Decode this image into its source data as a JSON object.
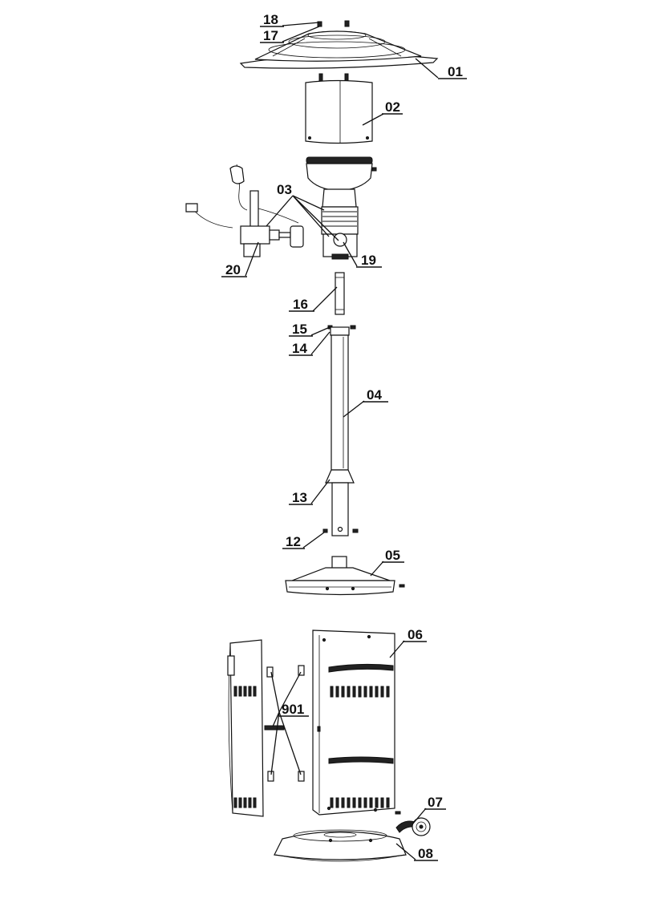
{
  "callouts": [
    {
      "id": "18",
      "text": "18"
    },
    {
      "id": "17",
      "text": "17"
    },
    {
      "id": "01",
      "text": "01"
    },
    {
      "id": "02",
      "text": "02"
    },
    {
      "id": "03",
      "text": "03"
    },
    {
      "id": "20",
      "text": "20"
    },
    {
      "id": "19",
      "text": "19"
    },
    {
      "id": "16",
      "text": "16"
    },
    {
      "id": "15",
      "text": "15"
    },
    {
      "id": "14",
      "text": "14"
    },
    {
      "id": "04",
      "text": "04"
    },
    {
      "id": "13",
      "text": "13"
    },
    {
      "id": "12",
      "text": "12"
    },
    {
      "id": "05",
      "text": "05"
    },
    {
      "id": "06",
      "text": "06"
    },
    {
      "id": "901",
      "text": "901"
    },
    {
      "id": "07",
      "text": "07"
    },
    {
      "id": "08",
      "text": "08"
    }
  ]
}
